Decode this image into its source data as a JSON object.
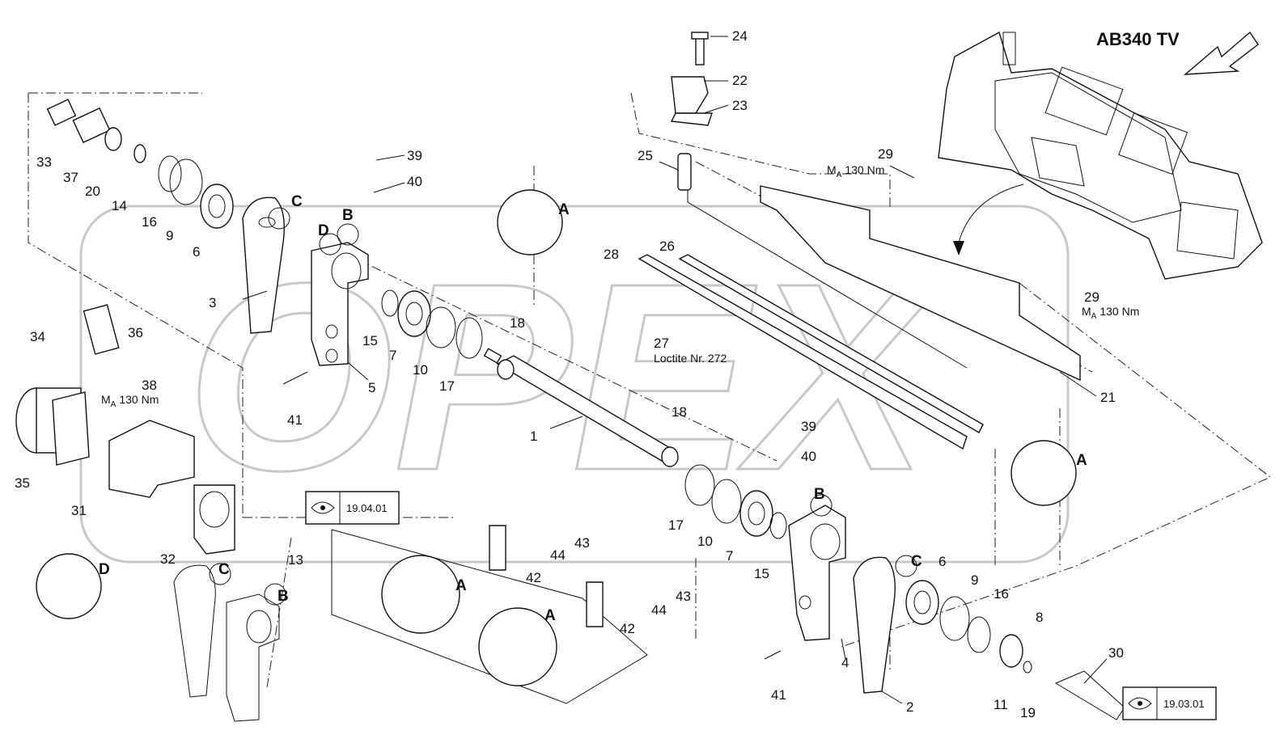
{
  "header": {
    "title": "AB340 TV"
  },
  "watermark": {
    "text": "OPEX"
  },
  "references": [
    {
      "id": "ref-left",
      "code": "19.04.01"
    },
    {
      "id": "ref-right",
      "code": "19.03.01"
    }
  ],
  "notes": {
    "torque": "130 Nm",
    "torque_prefix": "M",
    "torque_sub": "A",
    "loctite": "Loctite Nr. 272"
  },
  "detail_letters": [
    "A",
    "B",
    "C",
    "D"
  ],
  "callouts": [
    "1",
    "2",
    "3",
    "4",
    "5",
    "6",
    "7",
    "8",
    "9",
    "10",
    "11",
    "13",
    "14",
    "15",
    "16",
    "17",
    "18",
    "19",
    "20",
    "21",
    "22",
    "23",
    "24",
    "25",
    "26",
    "27",
    "28",
    "29",
    "30",
    "31",
    "32",
    "33",
    "34",
    "35",
    "36",
    "37",
    "38",
    "39",
    "40",
    "41",
    "42",
    "43",
    "44"
  ]
}
